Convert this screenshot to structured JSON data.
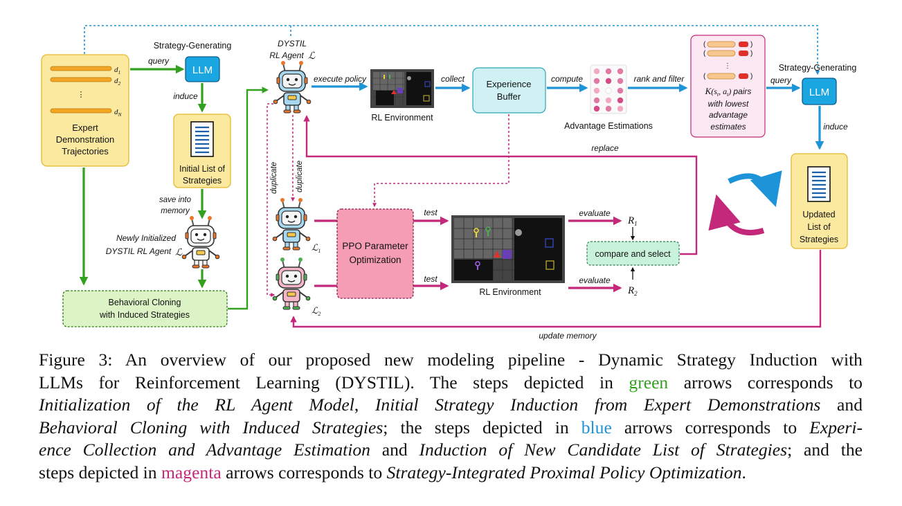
{
  "diagram": {
    "expert": {
      "lines": [
        "Expert",
        "Demonstration",
        "Trajectories"
      ],
      "d1": "d",
      "d1_sub": "1",
      "d2": "d",
      "d2_sub": "2",
      "dn": "d",
      "dn_sub": "N",
      "dots": "⋮"
    },
    "llm_left": {
      "title": "Strategy-Generating",
      "label": "LLM"
    },
    "llm_right": {
      "title": "Strategy-Generating",
      "label": "LLM"
    },
    "initial_list": {
      "lines": [
        "Initial List of",
        "Strategies"
      ]
    },
    "new_agent": {
      "lines": [
        "Newly Initialized",
        "DYSTIL RL Agent"
      ],
      "symbol": "ℒ"
    },
    "bc_box": {
      "lines": [
        "Behavioral Cloning",
        "with Induced Strategies"
      ]
    },
    "dystil_agent": {
      "lines": [
        "DYSTIL",
        "RL Agent"
      ],
      "symbol": "ℒ"
    },
    "rl_env_top": {
      "label": "RL Environment"
    },
    "exp_buffer": {
      "lines": [
        "Experience",
        "Buffer"
      ]
    },
    "advantage": {
      "label": "Advantage Estimations"
    },
    "kpairs": {
      "line1_k": "K",
      "line1_math": "(s",
      "line1_sub_t": "t",
      "line1_mid": ", a",
      "line1_sub_t2": "t",
      "line1_end": ")",
      "line1_rest": "pairs",
      "lines": [
        "with lowest",
        "advantage",
        "estimates"
      ],
      "dots": "⋮"
    },
    "ppo": {
      "lines": [
        "PPO Parameter",
        "Optimization"
      ]
    },
    "rl_env_bottom": {
      "label": "RL Environment"
    },
    "compare": {
      "label": "compare and select"
    },
    "r1": {
      "main": "R",
      "sub": "1"
    },
    "r2": {
      "main": "R",
      "sub": "2"
    },
    "l1": {
      "main": "ℒ",
      "sub": "1"
    },
    "l2": {
      "main": "ℒ",
      "sub": "2"
    },
    "updated_list": {
      "lines": [
        "Updated",
        "List of",
        "Strategies"
      ]
    },
    "arrow_labels": {
      "query_left": "query",
      "induce_left": "induce",
      "save_into_memory": [
        "save into",
        "memory"
      ],
      "execute_policy": "execute policy",
      "collect": "collect",
      "compute": "compute",
      "rank_and_filter": "rank and filter",
      "query_right": "query",
      "induce_right": "induce",
      "replace": "replace",
      "duplicate_a": "duplicate",
      "duplicate_b": "duplicate",
      "test_top": "test",
      "test_bottom": "test",
      "evaluate_top": "evaluate",
      "evaluate_bottom": "evaluate",
      "update_memory": "update memory"
    },
    "colors": {
      "green": "#33a11f",
      "blue": "#1d93d8",
      "magenta": "#c4287a",
      "yellow_box": "#fbe9a0",
      "yellow_border": "#e3b92c",
      "llm_fill": "#1aa6e0",
      "pink_box": "#f59db4",
      "light_green_box": "#dcf3c6",
      "teal_box": "#cff1f3"
    }
  },
  "caption": {
    "figure_label": "Figure 3:",
    "t1": "An overview of our proposed new modeling pipeline - Dynamic Strategy Induction with",
    "t2": "LLMs for Reinforcement Learning (DYSTIL). The steps depicted in",
    "green": "green",
    "t3": "arrows corresponds to",
    "e1": "Initialization of the RL Agent Model",
    "t4": ",",
    "e2": "Initial Strategy Induction from Expert Demonstrations",
    "t5": "and",
    "e3": "Behavioral Cloning with Induced Strategies",
    "t6": "; the steps depicted in",
    "blue": "blue",
    "t7": "arrows corresponds to",
    "e4a": "Experi-",
    "e4b": "ence Collection and Advantage Estimation",
    "t8": "and",
    "e5": "Induction of New Candidate List of Strategies",
    "t9": "; and the",
    "t10": "steps depicted in",
    "magenta": "magenta",
    "t11": "arrows corresponds to",
    "e6": "Strategy-Integrated Proximal Policy Optimization",
    "t12": "."
  }
}
